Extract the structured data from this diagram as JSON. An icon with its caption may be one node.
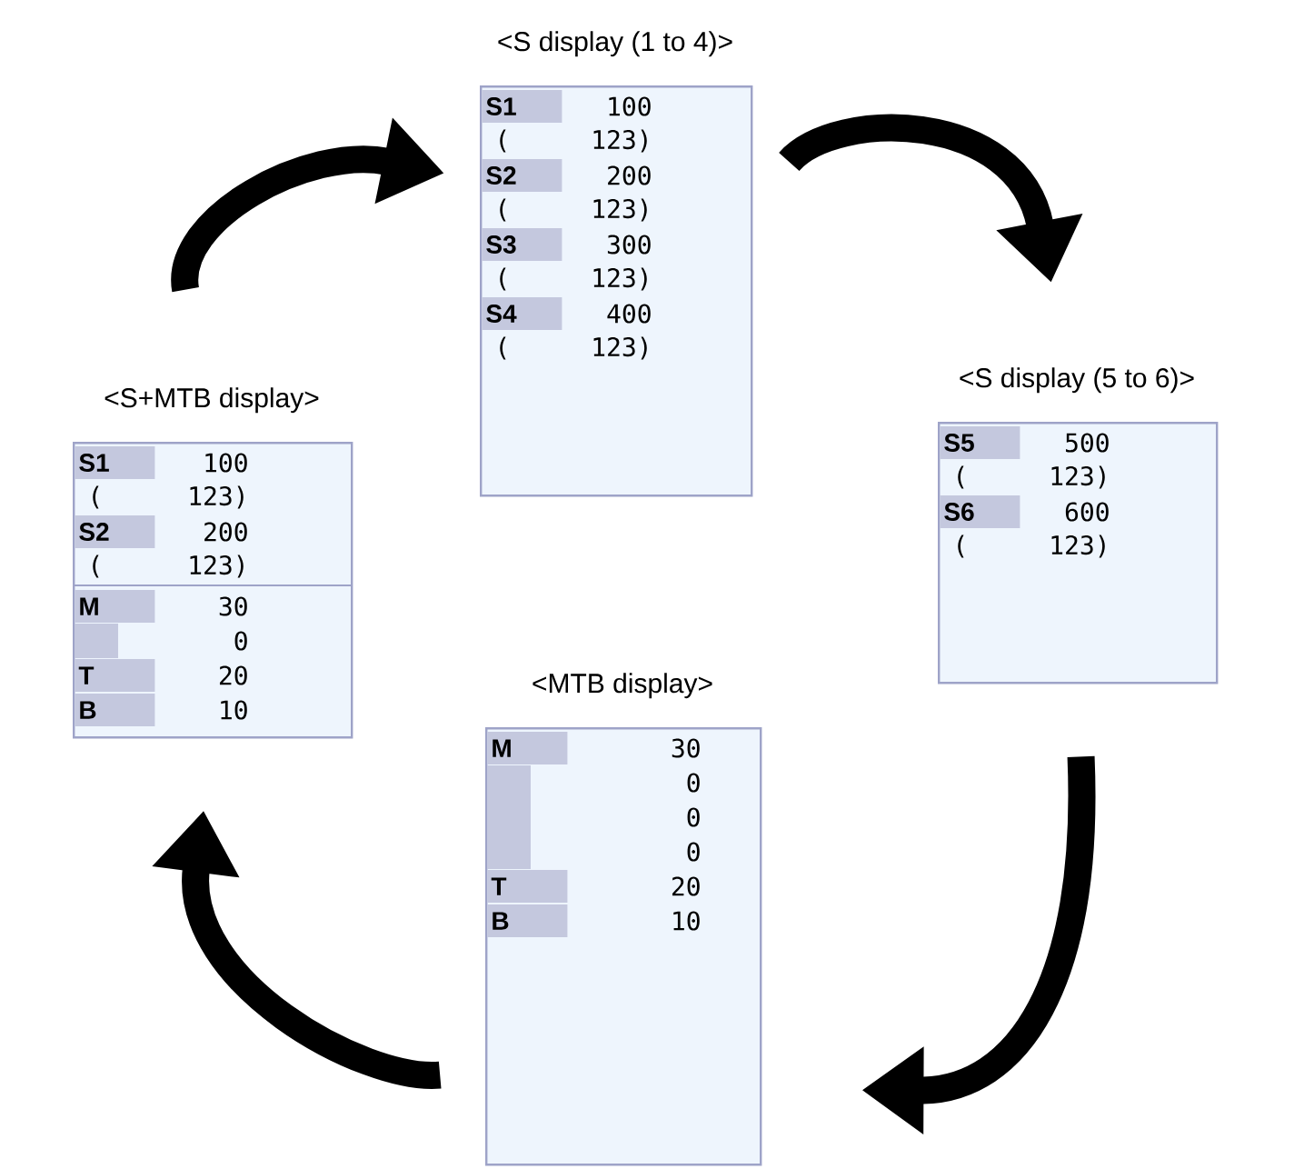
{
  "diagram": {
    "nodes": [
      {
        "text": [
          "<S display (1 to 4)>",
          "S1",
          "100",
          "(",
          "123)",
          "S2",
          "200",
          "(",
          "123)",
          "S3",
          "300",
          "(",
          "123)",
          "S4",
          "400",
          "(",
          "123)"
        ]
      },
      {
        "text": [
          "<S display (5 to 6)>",
          "S5",
          "500",
          "(",
          "123)",
          "S6",
          "600",
          "(",
          "123)"
        ]
      },
      {
        "text": [
          "<MTB display>",
          "M",
          "30",
          "0",
          "0",
          "0",
          "T",
          "20",
          "B",
          "10"
        ]
      },
      {
        "text": [
          "<S+MTB display>",
          "S1",
          "100",
          "(",
          "123)",
          "S2",
          "200",
          "(",
          "123)",
          "M",
          "30",
          "0",
          "T",
          "20",
          "B",
          "10"
        ]
      }
    ],
    "edges": [
      {
        "from": 0,
        "to": 1,
        "arrow": "to"
      },
      {
        "from": 1,
        "to": 2,
        "arrow": "to"
      },
      {
        "from": 2,
        "to": 3,
        "arrow": "to"
      },
      {
        "from": 3,
        "to": 0,
        "arrow": "to"
      }
    ]
  }
}
